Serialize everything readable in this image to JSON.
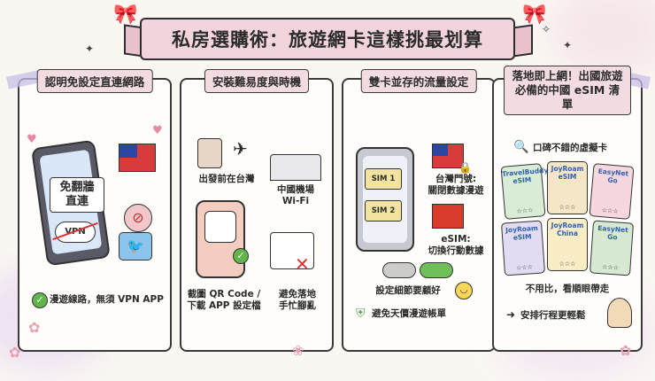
{
  "title": "私房選購術：旅遊網卡這樣挑最划算",
  "panels": [
    {
      "title": "認明免設定直連網路",
      "phone_text": "免翻牆\n直連",
      "vpn_label": "VPN",
      "footer": "漫遊線路，無須 VPN APP"
    },
    {
      "title": "安裝難易度與時機",
      "depart": "出發前在台灣",
      "airport": "中國機場\nWi-Fi",
      "qr": "截圖 QR Code /\n下載 APP 設定檔",
      "avoid": "避免落地\n手忙腳亂"
    },
    {
      "title": "雙卡並存的流量設定",
      "sim1": "SIM 1",
      "sim2": "SIM 2",
      "tw_setting": "台灣門號:\n關閉數據漫遊",
      "esim_setting": "eSIM:\n切換行動數據",
      "detail": "設定細節要顧好",
      "avoid_bill": "避免天價漫遊帳單"
    },
    {
      "title": "落地即上網！出國旅遊\n必備的中國 eSIM 清單",
      "subtitle": "口碑不錯的虛擬卡",
      "cards": [
        "TravelBuddy\neSIM",
        "JoyRoam\neSIM",
        "EasyNet\nGo",
        "JoyRoam\neSIM",
        "JoyRoam\nChina",
        "EasyNet\nGo"
      ],
      "no_compare": "不用比，看順眼帶走",
      "relax": "安排行程更輕鬆"
    }
  ]
}
